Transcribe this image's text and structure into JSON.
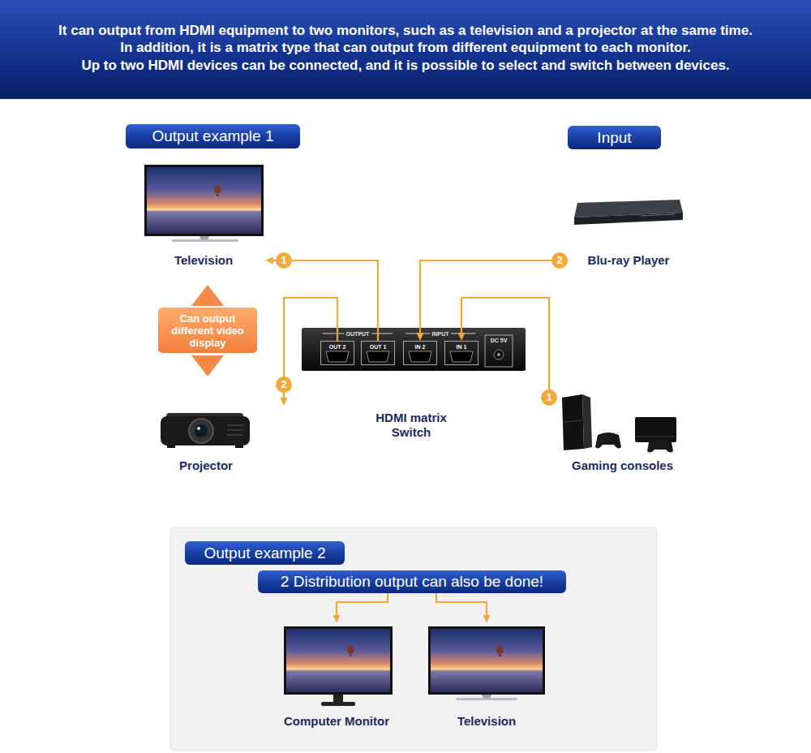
{
  "diagram": {
    "nodes": [
      {
        "text": [
          "Output example 1"
        ]
      },
      {
        "text": [
          "Input"
        ]
      },
      {
        "text": [
          "Television"
        ]
      },
      {
        "text": [
          "Blu-ray Player"
        ]
      },
      {
        "text": [
          "Can output different video display"
        ]
      },
      {
        "text": [
          "HDMI matrix Switch"
        ]
      },
      {
        "text": [
          "OUT 2"
        ],
        "in": 5
      },
      {
        "text": [
          "OUT 1"
        ],
        "in": 5
      },
      {
        "text": [
          "IN 2"
        ],
        "in": 5
      },
      {
        "text": [
          "IN 1"
        ],
        "in": 5
      },
      {
        "text": [
          "Projector"
        ]
      },
      {
        "text": [
          "Gaming consoles"
        ]
      },
      {
        "text": [
          "Output example 2"
        ]
      },
      {
        "text": [
          "2 Distribution output can also be done!"
        ]
      },
      {
        "text": [
          "Computer Monitor"
        ]
      },
      {
        "text": [
          "Television"
        ]
      }
    ],
    "edges": [
      {
        "from": 7,
        "to": 2,
        "arrow": "to"
      },
      {
        "from": 6,
        "to": 10,
        "arrow": "to"
      },
      {
        "from": 3,
        "to": 8,
        "arrow": "to"
      },
      {
        "from": 11,
        "to": 9,
        "arrow": "to"
      },
      {
        "from": 13,
        "to": 14,
        "arrow": "to"
      },
      {
        "from": 13,
        "to": 15,
        "arrow": "to"
      }
    ],
    "labels": [
      "It can output from HDMI equipment to two monitors, such as a television and a projector at the same time.",
      "In addition, it is a matrix type that can output from different equipment to each monitor.",
      "Up to two HDMI devices can be connected, and it is possible to select and switch between devices.",
      "1",
      "2",
      "OUTPUT",
      "INPUT",
      "DC 5V",
      "2",
      "1"
    ]
  }
}
